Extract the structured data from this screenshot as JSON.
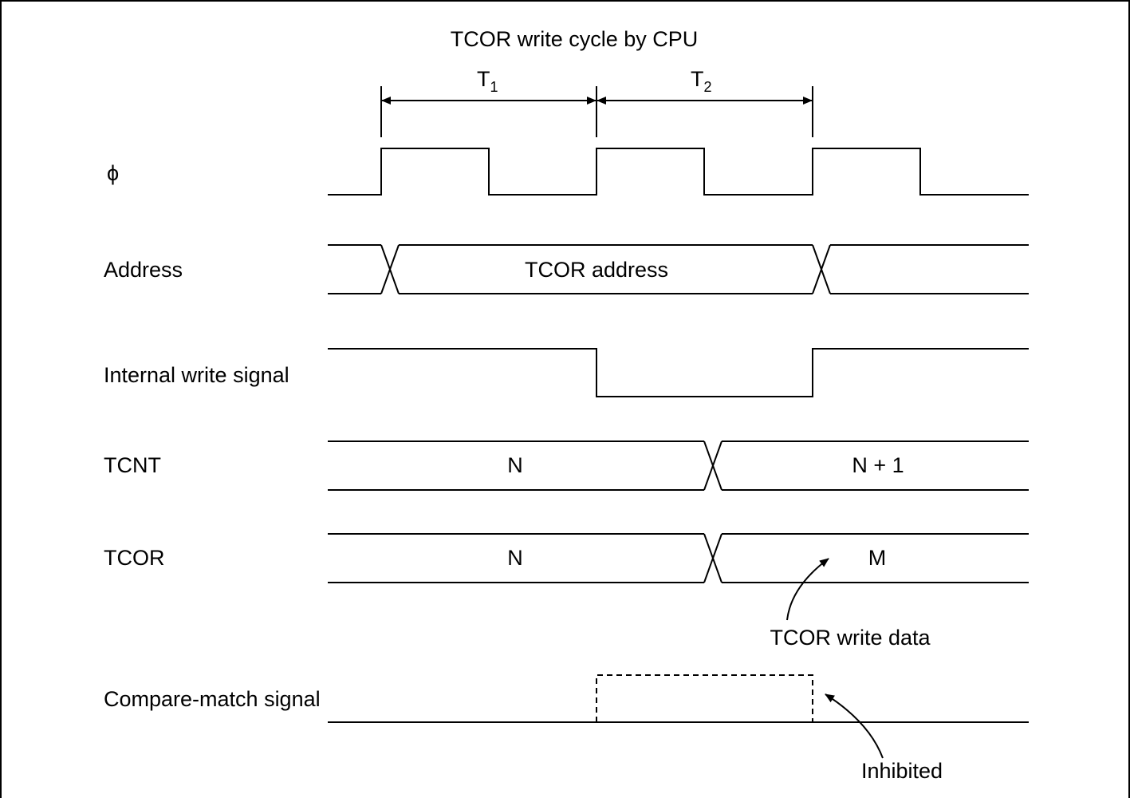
{
  "title": "TCOR write cycle by CPU",
  "periods": [
    {
      "base": "T",
      "sub": "1"
    },
    {
      "base": "T",
      "sub": "2"
    }
  ],
  "signals": {
    "phi": {
      "label": "ϕ"
    },
    "address": {
      "label": "Address",
      "value": "TCOR address"
    },
    "write": {
      "label": "Internal write signal"
    },
    "tcnt": {
      "label": "TCNT",
      "before": "N",
      "after": "N + 1"
    },
    "tcor": {
      "label": "TCOR",
      "before": "N",
      "after": "M"
    },
    "compare": {
      "label": "Compare-match signal"
    }
  },
  "annotations": {
    "write_data": "TCOR write data",
    "inhibited": "Inhibited"
  }
}
